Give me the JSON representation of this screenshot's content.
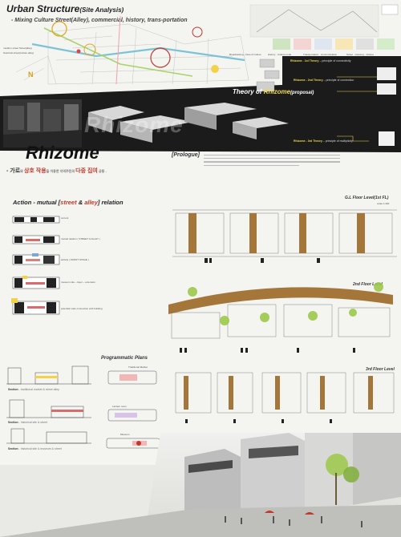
{
  "urban_structure": {
    "title": "Urban Structure",
    "title_suffix": "(Site Analysis)",
    "subtitle": "- Mixing Culture Street(Alley), commercial, history,  trans-portation",
    "legend_tags": [
      "Broadcasting · Flow of culture",
      "History · Culture node",
      "Transportation · communication",
      "Street · Housing · Culture"
    ],
    "map_notes": [
      "medium street Street(alley)",
      "historical street(culture alley)"
    ]
  },
  "theory": {
    "heading_pre": "Theory of",
    "heading_em": "Rhizome",
    "heading_suffix": "(proposal)",
    "lines": [
      {
        "label": "Rhizome - 1st Theory",
        "text": "principle of connectivity"
      },
      {
        "label": "Rhizome - 2nd Theory",
        "text": "principle of connection"
      },
      {
        "label": "Rhizome - 3rd Theory",
        "text": "principle of multiplicity"
      }
    ],
    "ghost_title": "Rhizome"
  },
  "main": {
    "title": "Rhizome",
    "subtitle_parts": [
      "- 가로",
      "와 ",
      "상호 작용",
      "을 이용한 지역주민의 ",
      "다중 집여",
      " 공동 -"
    ],
    "prologue_label": "[Prologue]"
  },
  "action": {
    "title_pre": "Action - mutual [",
    "title_street": "street",
    "title_mid": " & ",
    "title_alley": "alley",
    "title_post": "] relation",
    "steps": [
      "current",
      "mutual relation ( STREET & ALLEY )",
      "activity ( FRONT STAGE )",
      "museum site – layer – extension",
      "potential node connection with building"
    ]
  },
  "floors": {
    "ground": "G.L Floor Level(1st FL)",
    "second": "2nd Floor Level",
    "third": "3rd Floor Level",
    "scale": "scale 1:400"
  },
  "programmatic": {
    "title": "Programmatic Plans",
    "items": [
      "Traditional Market",
      "Lantern room",
      "Museum"
    ],
    "sections": [
      {
        "label": "Section",
        "note": "- traditional market & street alley"
      },
      {
        "label": "Section",
        "note": "- historical site & street"
      },
      {
        "label": "Section",
        "note": "- historical site & museum & street"
      }
    ]
  },
  "colors": {
    "dark_band": "#1b1b1b",
    "accent_red": "#c0392b",
    "accent_yellow": "#f0d94a",
    "wood": "#a5763a",
    "tree_green": "#9cc94a"
  }
}
